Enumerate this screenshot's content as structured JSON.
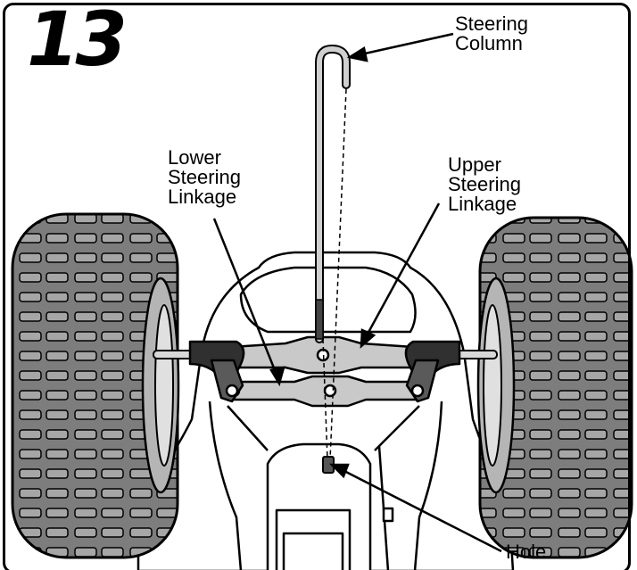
{
  "step_number": "13",
  "labels": {
    "steering_column": "Steering\nColumn",
    "lower_linkage": "Lower\nSteering\nLinkage",
    "upper_linkage": "Upper\nSteering\nLinkage",
    "hole": "Hole"
  },
  "colors": {
    "tire": "#7d7d7d",
    "tread": "#9a9a9a",
    "outline": "#000000",
    "metal": "#c4c4c4",
    "bracket": "#303030",
    "body": "#ffffff"
  }
}
